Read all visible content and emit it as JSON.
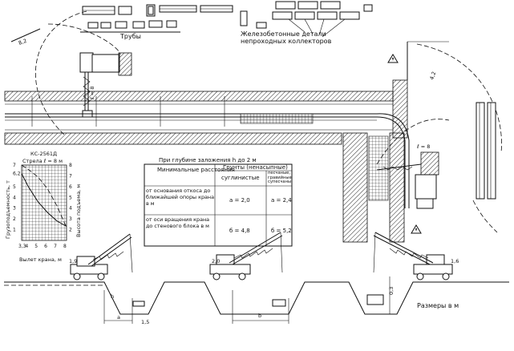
{
  "labels": {
    "pipes": "Трубы",
    "concrete_parts_line1": "Железобетонные детали",
    "concrete_parts_line2": "непроходных коллекторов",
    "dim_8_2": "8,2",
    "dim_4_2": "4,2",
    "dim_l8": "ℓ = 8",
    "dim_l8_right": "ℓ = 8",
    "sizes_in_m": "Размеры в м",
    "h_mark": "h",
    "b_mark": "b",
    "a_mark": "a",
    "dim_1_5": "1,5",
    "dim_0_3": "0,3",
    "dim_1_6": "1,6",
    "dim_2_0": "2,0",
    "dim_1_9": "1,9"
  },
  "crane_chart": {
    "title": "КС-2561Д",
    "subtitle": "Стрела ℓ = 8 м",
    "ylabel_left": "Грузоподъемность, т",
    "ylabel_right": "Высота подъема, м",
    "xlabel": "Вылет крана, м",
    "left_ticks": [
      "7",
      "6,2",
      "5",
      "4",
      "3",
      "2",
      "1"
    ],
    "right_ticks": [
      "8",
      "7",
      "6",
      "5",
      "4",
      "3",
      "2"
    ],
    "x_ticks": [
      "3,3",
      "4",
      "5",
      "6",
      "7",
      "8"
    ],
    "capacity_curve": [
      [
        3.3,
        6.2
      ],
      [
        4,
        5.0
      ],
      [
        5,
        3.6
      ],
      [
        6,
        2.6
      ],
      [
        7,
        1.8
      ],
      [
        8,
        1.3
      ]
    ],
    "height_curve": [
      [
        3.3,
        8.0
      ],
      [
        4,
        7.6
      ],
      [
        5,
        6.9
      ],
      [
        6,
        5.8
      ],
      [
        7,
        4.2
      ],
      [
        8,
        2.2
      ]
    ]
  },
  "table": {
    "title": "При глубине заложения h до 2 м",
    "col0_header": "Минимальные расстояния",
    "soils_header": "Грунты (ненасыпные)",
    "col1_header": "суглинистые",
    "col2_header": "песчаные, гравийные, супесчаные",
    "rows": [
      {
        "label": "от основания откоса до ближайшей опоры крана в м",
        "v1": "a = 2,0",
        "v2": "a = 2,4"
      },
      {
        "label": "от оси вращения крана до стенового блока в м",
        "v1": "б = 4,8",
        "v2": "б = 5,2"
      }
    ]
  }
}
